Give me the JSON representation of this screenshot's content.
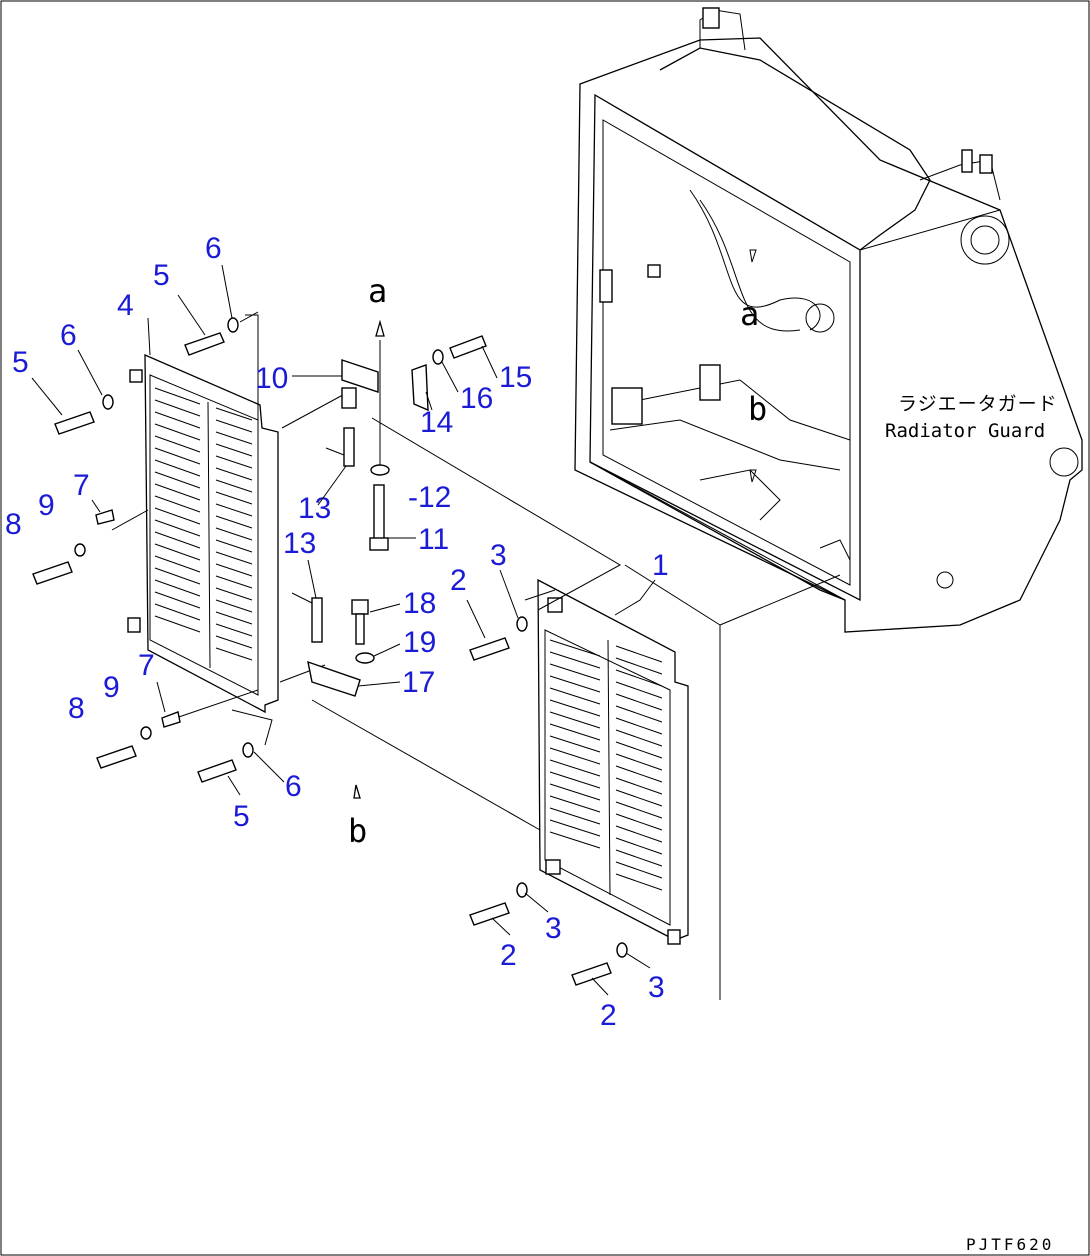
{
  "callouts": [
    {
      "id": "1",
      "text": "1"
    },
    {
      "id": "2a",
      "text": "2"
    },
    {
      "id": "2b",
      "text": "2"
    },
    {
      "id": "2c",
      "text": "2"
    },
    {
      "id": "3a",
      "text": "3"
    },
    {
      "id": "3b",
      "text": "3"
    },
    {
      "id": "3c",
      "text": "3"
    },
    {
      "id": "4",
      "text": "4"
    },
    {
      "id": "5a",
      "text": "5"
    },
    {
      "id": "5b",
      "text": "5"
    },
    {
      "id": "5c",
      "text": "5"
    },
    {
      "id": "6a",
      "text": "6"
    },
    {
      "id": "6b",
      "text": "6"
    },
    {
      "id": "6c",
      "text": "6"
    },
    {
      "id": "7a",
      "text": "7"
    },
    {
      "id": "7b",
      "text": "7"
    },
    {
      "id": "8a",
      "text": "8"
    },
    {
      "id": "8b",
      "text": "8"
    },
    {
      "id": "9a",
      "text": "9"
    },
    {
      "id": "9b",
      "text": "9"
    },
    {
      "id": "10",
      "text": "10"
    },
    {
      "id": "11",
      "text": "11"
    },
    {
      "id": "12",
      "text": "-12"
    },
    {
      "id": "13a",
      "text": "13"
    },
    {
      "id": "13b",
      "text": "13"
    },
    {
      "id": "14",
      "text": "14"
    },
    {
      "id": "15",
      "text": "15"
    },
    {
      "id": "16",
      "text": "16"
    },
    {
      "id": "17",
      "text": "17"
    },
    {
      "id": "18",
      "text": "18"
    },
    {
      "id": "19",
      "text": "19"
    }
  ],
  "reference_letters": {
    "a_top": "a",
    "b_bottom": "b",
    "a_guard": "a",
    "b_guard": "b"
  },
  "guard_label": {
    "japanese": "ラジエータガード",
    "english": "Radiator Guard"
  },
  "drawing_code": "PJTF620"
}
